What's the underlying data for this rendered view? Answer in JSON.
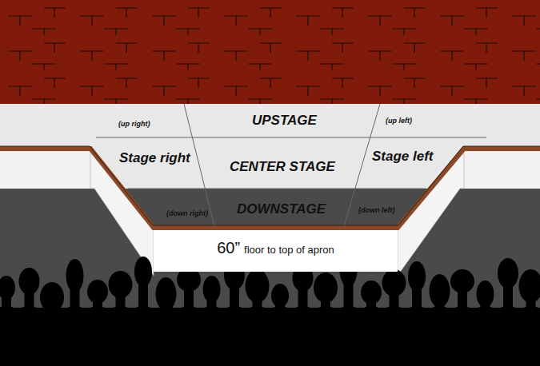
{
  "diagram": {
    "nodes": [
      {
        "text": [
          "60”",
          "floor to top of apron"
        ]
      }
    ],
    "labels": [
      "(up right)",
      "UPSTAGE",
      "(up left)",
      "Stage right",
      "CENTER STAGE",
      "Stage left",
      "(down right)",
      "DOWNSTAGE",
      "(down left)"
    ]
  }
}
